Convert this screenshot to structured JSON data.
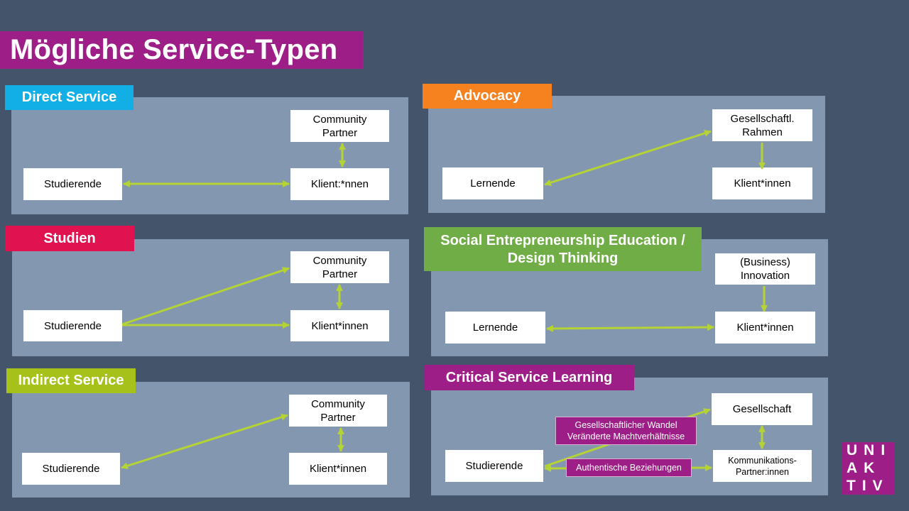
{
  "title": "Mögliche Service-Typen",
  "sections": {
    "direct": {
      "label": "Direct Service",
      "color": "#12aee6",
      "boxes": {
        "a": "Community\nPartner",
        "b": "Studierende",
        "c": "Klient:*nnen"
      }
    },
    "advocacy": {
      "label": "Advocacy",
      "color": "#f5821f",
      "boxes": {
        "a": "Gesellschaftl.\nRahmen",
        "b": "Lernende",
        "c": "Klient*innen"
      }
    },
    "studien": {
      "label": "Studien",
      "color": "#e0124f",
      "boxes": {
        "a": "Community\nPartner",
        "b": "Studierende",
        "c": "Klient*innen"
      }
    },
    "social": {
      "label": "Social Entrepreneurship Education /\nDesign Thinking",
      "color": "#70ad47",
      "boxes": {
        "a": "(Business)\nInnovation",
        "b": "Lernende",
        "c": "Klient*innen"
      }
    },
    "indirect": {
      "label": "Indirect Service",
      "color": "#a6c11a",
      "boxes": {
        "a": "Community\nPartner",
        "b": "Studierende",
        "c": "Klient*innen"
      }
    },
    "critical": {
      "label": "Critical Service Learning",
      "color": "#9c1e86",
      "boxes": {
        "a": "Gesellschaft",
        "b": "Studierende",
        "c": "Kommunikations-\nPartner:innen",
        "m1": "Gesellschaftlicher Wandel\nVeränderte Machtverhältnisse",
        "m2": "Authentische Beziehungen"
      }
    }
  },
  "logo": {
    "lines": [
      "UNI",
      "AK",
      "TIV"
    ]
  },
  "colors": {
    "background": "#44546a",
    "panel": "#8497b0",
    "arrow": "#b5d334",
    "accent": "#9c1e86"
  }
}
